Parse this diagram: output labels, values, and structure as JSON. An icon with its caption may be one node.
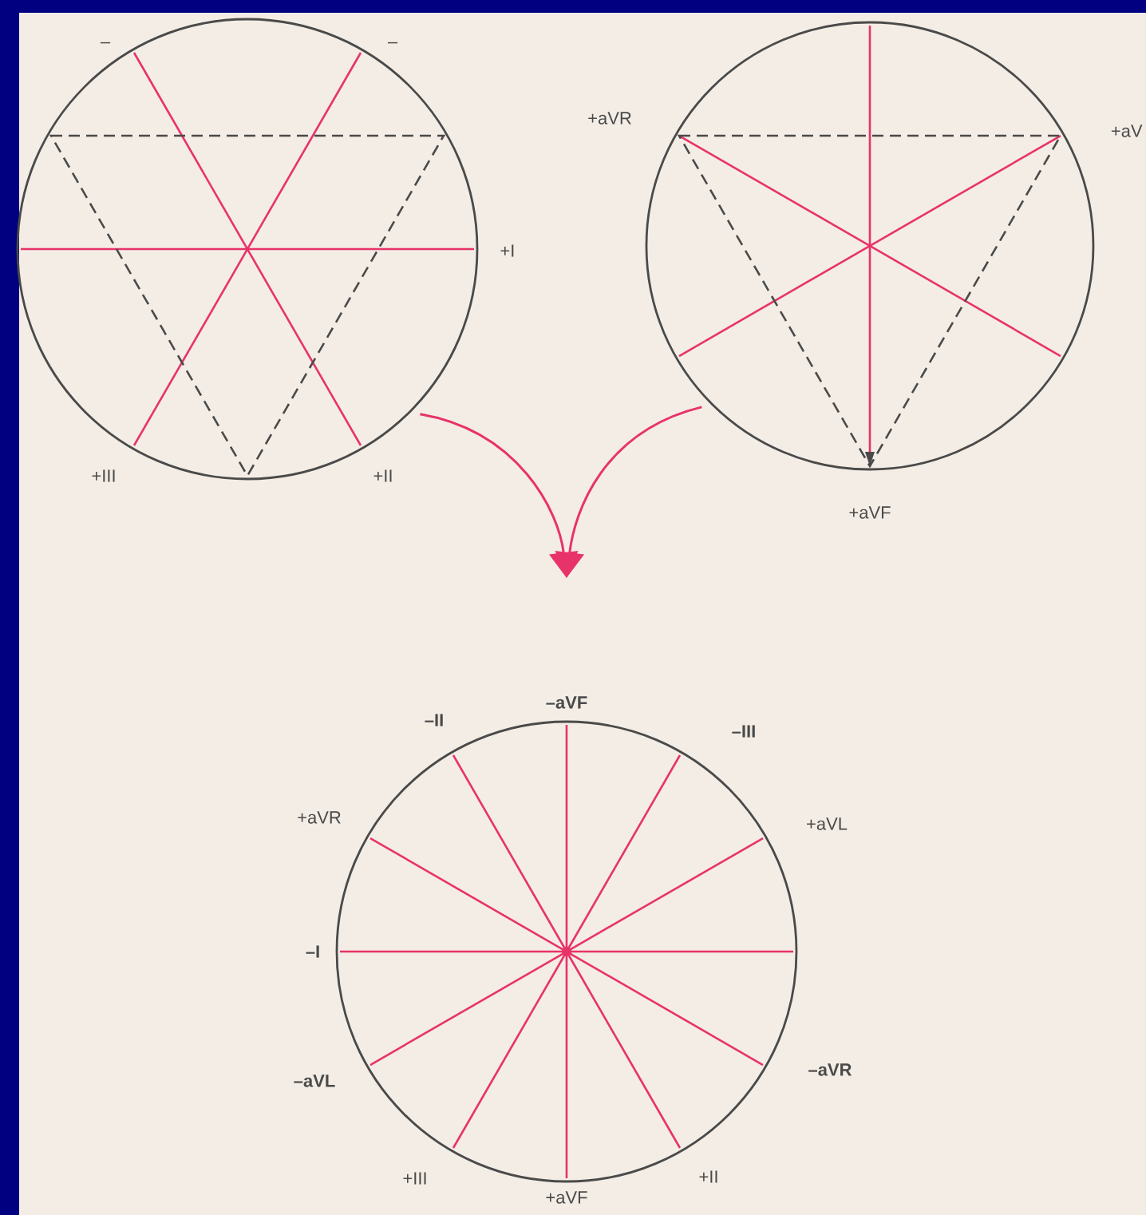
{
  "diagram": {
    "nodes": [
      {
        "text": [],
        "shape": "circle"
      },
      {
        "text": [],
        "shape": "circle"
      },
      {
        "text": [],
        "shape": "circle"
      }
    ],
    "edges": [
      {
        "from": 0,
        "to": null,
        "arrow": "to",
        "color": "#e8336a"
      },
      {
        "from": 1,
        "to": null,
        "arrow": "to",
        "color": "#e8336a"
      }
    ],
    "labels": [
      "–",
      "–",
      "+I",
      "+III",
      "+II",
      "+aVR",
      "+aV",
      "+aVF",
      "–aVF",
      "–II",
      "–III",
      "+aVR",
      "+aVL",
      "–I",
      "–aVR",
      "–aVL",
      "+III",
      "+II",
      "+aVF"
    ]
  }
}
